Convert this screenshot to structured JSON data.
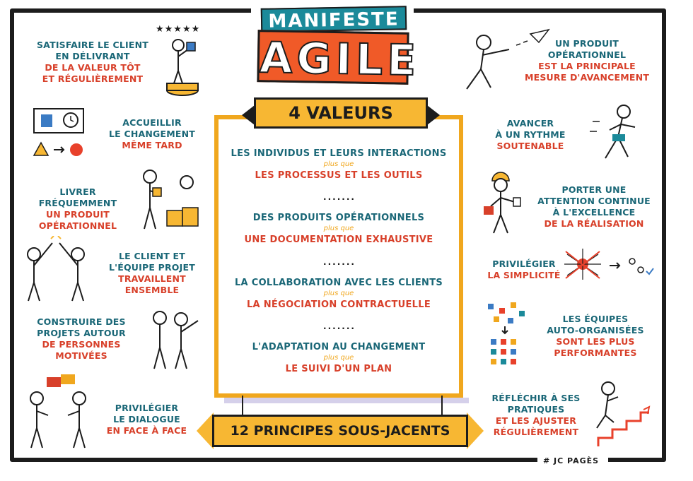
{
  "header": {
    "manifeste": "MANIFESTE",
    "agile": "AGILE"
  },
  "valeurs": {
    "title": "4 VALEURS",
    "separator": ".......",
    "items": [
      {
        "main": "LES INDIVIDUS ET LEURS INTERACTIONS",
        "plus": "plus que",
        "secondary": "LES PROCESSUS ET LES OUTILS"
      },
      {
        "main": "DES PRODUITS OPÉRATIONNELS",
        "plus": "plus que",
        "secondary": "UNE DOCUMENTATION EXHAUSTIVE"
      },
      {
        "main": "LA COLLABORATION AVEC LES CLIENTS",
        "plus": "plus que",
        "secondary": "LA NÉGOCIATION CONTRACTUELLE"
      },
      {
        "main": "L'ADAPTATION AU CHANGEMENT",
        "plus": "plus que",
        "secondary": "LE SUIVI D'UN PLAN"
      }
    ]
  },
  "principes_banner": "12 PRINCIPES SOUS-JACENTS",
  "signature": "# JC PAGÈS",
  "left_principles": [
    {
      "teal": [
        "SATISFAIRE LE CLIENT",
        "EN DÉLIVRANT"
      ],
      "orange": [
        "DE LA VALEUR TÔT",
        "ET RÉGULIÈREMENT"
      ]
    },
    {
      "teal": [
        "ACCUEILLIR",
        "LE CHANGEMENT"
      ],
      "orange": [
        "MÊME TARD"
      ]
    },
    {
      "teal": [
        "LIVRER FRÉQUEMMENT"
      ],
      "orange": [
        "UN PRODUIT",
        "OPÉRATIONNEL"
      ]
    },
    {
      "teal": [
        "LE CLIENT ET",
        "L'ÉQUIPE PROJET"
      ],
      "orange": [
        "TRAVAILLENT",
        "ENSEMBLE"
      ]
    },
    {
      "teal": [
        "CONSTRUIRE DES",
        "PROJETS AUTOUR"
      ],
      "orange": [
        "DE PERSONNES",
        "MOTIVÉES"
      ]
    },
    {
      "teal": [
        "PRIVILÉGIER",
        "LE DIALOGUE"
      ],
      "orange": [
        "EN FACE À FACE"
      ]
    }
  ],
  "right_principles": [
    {
      "teal": [
        "UN PRODUIT",
        "OPÉRATIONNEL"
      ],
      "orange": [
        "EST LA PRINCIPALE",
        "MESURE D'AVANCEMENT"
      ]
    },
    {
      "teal": [
        "AVANCER",
        "À UN RYTHME"
      ],
      "orange": [
        "SOUTENABLE"
      ]
    },
    {
      "teal": [
        "PORTER UNE",
        "ATTENTION CONTINUE",
        "À L'EXCELLENCE"
      ],
      "orange": [
        "DE LA RÉALISATION"
      ]
    },
    {
      "teal": [
        "PRIVILÉGIER"
      ],
      "orange": [
        "LA SIMPLICITÉ"
      ]
    },
    {
      "teal": [
        "LES ÉQUIPES",
        "AUTO-ORGANISÉES"
      ],
      "orange": [
        "SONT LES PLUS",
        "PERFORMANTES"
      ]
    },
    {
      "teal": [
        "RÉFLÉCHIR À SES",
        "PRATIQUES"
      ],
      "orange": [
        "ET LES AJUSTER",
        "RÉGULIÈREMENT"
      ]
    }
  ],
  "icons": {
    "rating": "★★★★★",
    "colors": {
      "teal": "#1a6777",
      "orange": "#d8402a",
      "yellow": "#f7b733",
      "red": "#e8412b",
      "blue": "#3b7bc4"
    }
  }
}
